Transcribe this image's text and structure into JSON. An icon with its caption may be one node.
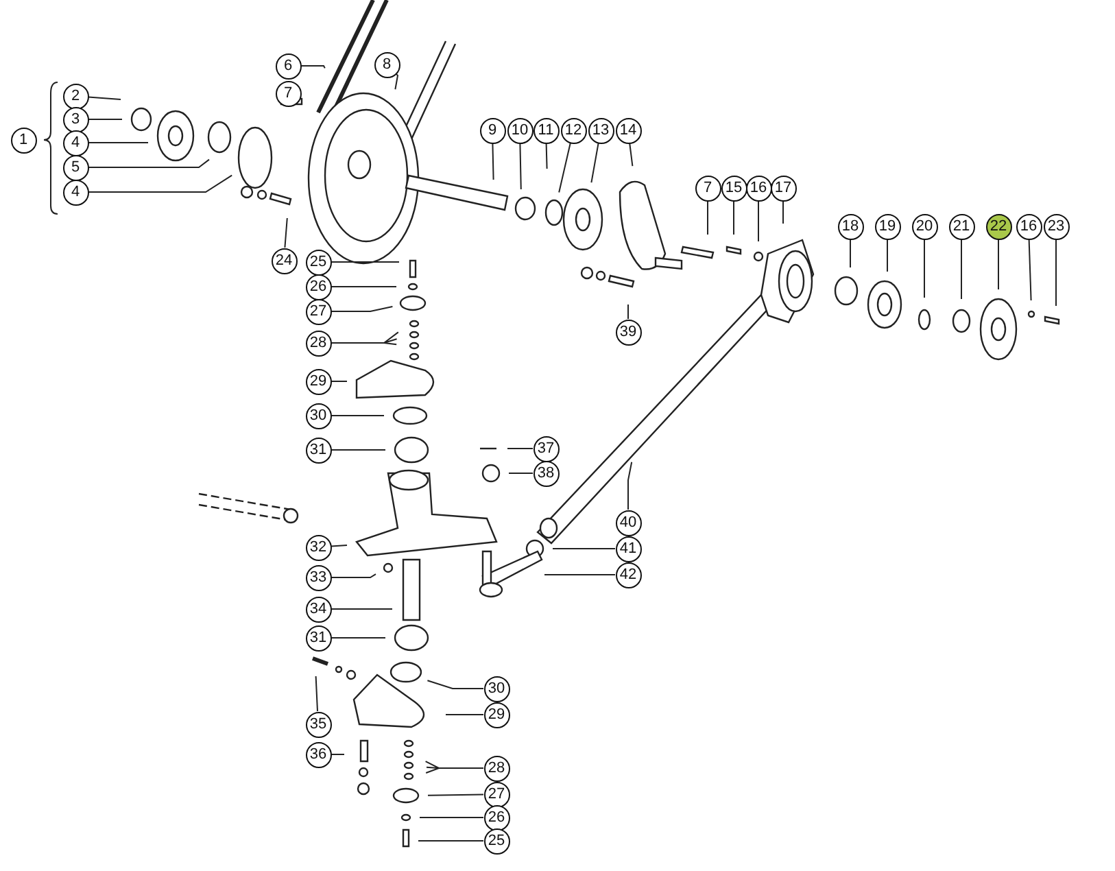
{
  "diagram": {
    "nodes": [
      {
        "text": [
          "1"
        ]
      },
      {
        "text": [
          "2"
        ]
      },
      {
        "text": [
          "3"
        ]
      },
      {
        "text": [
          "4"
        ]
      },
      {
        "text": [
          "5"
        ]
      },
      {
        "text": [
          "4"
        ]
      },
      {
        "text": [
          "6"
        ]
      },
      {
        "text": [
          "7"
        ]
      },
      {
        "text": [
          "8"
        ]
      },
      {
        "text": [
          "9"
        ]
      },
      {
        "text": [
          "10"
        ]
      },
      {
        "text": [
          "11"
        ]
      },
      {
        "text": [
          "12"
        ]
      },
      {
        "text": [
          "13"
        ]
      },
      {
        "text": [
          "14"
        ]
      },
      {
        "text": [
          "7"
        ]
      },
      {
        "text": [
          "15"
        ]
      },
      {
        "text": [
          "16"
        ]
      },
      {
        "text": [
          "17"
        ]
      },
      {
        "text": [
          "18"
        ]
      },
      {
        "text": [
          "19"
        ]
      },
      {
        "text": [
          "20"
        ]
      },
      {
        "text": [
          "21"
        ]
      },
      {
        "text": [
          "22"
        ]
      },
      {
        "text": [
          "16"
        ]
      },
      {
        "text": [
          "23"
        ]
      },
      {
        "text": [
          "24"
        ]
      },
      {
        "text": [
          "25"
        ]
      },
      {
        "text": [
          "26"
        ]
      },
      {
        "text": [
          "27"
        ]
      },
      {
        "text": [
          "28"
        ]
      },
      {
        "text": [
          "29"
        ]
      },
      {
        "text": [
          "30"
        ]
      },
      {
        "text": [
          "31"
        ]
      },
      {
        "text": [
          "32"
        ]
      },
      {
        "text": [
          "33"
        ]
      },
      {
        "text": [
          "34"
        ]
      },
      {
        "text": [
          "31"
        ]
      },
      {
        "text": [
          "30"
        ]
      },
      {
        "text": [
          "29"
        ]
      },
      {
        "text": [
          "35"
        ]
      },
      {
        "text": [
          "36"
        ]
      },
      {
        "text": [
          "28"
        ]
      },
      {
        "text": [
          "27"
        ]
      },
      {
        "text": [
          "26"
        ]
      },
      {
        "text": [
          "25"
        ]
      },
      {
        "text": [
          "37"
        ]
      },
      {
        "text": [
          "38"
        ]
      },
      {
        "text": [
          "39"
        ]
      },
      {
        "text": [
          "40"
        ]
      },
      {
        "text": [
          "41"
        ]
      },
      {
        "text": [
          "42"
        ]
      }
    ],
    "edges": [
      {
        "from": 1,
        "to": null,
        "arrow": "none"
      },
      {
        "from": 2,
        "to": null,
        "arrow": "none"
      },
      {
        "from": 3,
        "to": null,
        "arrow": "none"
      },
      {
        "from": 4,
        "to": null,
        "arrow": "none"
      },
      {
        "from": 5,
        "to": null,
        "arrow": "none"
      },
      {
        "from": 6,
        "to": null,
        "arrow": "none"
      },
      {
        "from": 7,
        "to": null,
        "arrow": "none"
      },
      {
        "from": 8,
        "to": null,
        "arrow": "none"
      },
      {
        "from": 9,
        "to": null,
        "arrow": "none"
      },
      {
        "from": 10,
        "to": null,
        "arrow": "none"
      },
      {
        "from": 11,
        "to": null,
        "arrow": "none"
      },
      {
        "from": 12,
        "to": null,
        "arrow": "none"
      },
      {
        "from": 13,
        "to": null,
        "arrow": "none"
      },
      {
        "from": 14,
        "to": null,
        "arrow": "none"
      },
      {
        "from": 15,
        "to": null,
        "arrow": "none"
      },
      {
        "from": 16,
        "to": null,
        "arrow": "none"
      },
      {
        "from": 17,
        "to": null,
        "arrow": "none"
      },
      {
        "from": 18,
        "to": null,
        "arrow": "none"
      },
      {
        "from": 19,
        "to": null,
        "arrow": "none"
      },
      {
        "from": 20,
        "to": null,
        "arrow": "none"
      },
      {
        "from": 21,
        "to": null,
        "arrow": "none"
      },
      {
        "from": 22,
        "to": null,
        "arrow": "none"
      },
      {
        "from": 23,
        "to": null,
        "arrow": "none"
      },
      {
        "from": 24,
        "to": null,
        "arrow": "none"
      },
      {
        "from": 25,
        "to": null,
        "arrow": "none"
      },
      {
        "from": 26,
        "to": null,
        "arrow": "none"
      },
      {
        "from": 27,
        "to": null,
        "arrow": "none"
      },
      {
        "from": 28,
        "to": null,
        "arrow": "none"
      },
      {
        "from": 29,
        "to": null,
        "arrow": "none"
      },
      {
        "from": 30,
        "to": null,
        "arrow": "none"
      },
      {
        "from": 31,
        "to": null,
        "arrow": "none"
      },
      {
        "from": 32,
        "to": null,
        "arrow": "none"
      },
      {
        "from": 33,
        "to": null,
        "arrow": "none"
      },
      {
        "from": 34,
        "to": null,
        "arrow": "none"
      },
      {
        "from": 35,
        "to": null,
        "arrow": "none"
      },
      {
        "from": 36,
        "to": null,
        "arrow": "none"
      },
      {
        "from": 37,
        "to": null,
        "arrow": "none"
      },
      {
        "from": 38,
        "to": null,
        "arrow": "none"
      },
      {
        "from": 39,
        "to": null,
        "arrow": "none"
      },
      {
        "from": 40,
        "to": null,
        "arrow": "none"
      },
      {
        "from": 41,
        "to": null,
        "arrow": "none"
      },
      {
        "from": 42,
        "to": null,
        "arrow": "none"
      },
      {
        "from": 43,
        "to": null,
        "arrow": "none"
      },
      {
        "from": 44,
        "to": null,
        "arrow": "none"
      },
      {
        "from": 45,
        "to": null,
        "arrow": "none"
      },
      {
        "from": 46,
        "to": null,
        "arrow": "none"
      },
      {
        "from": 47,
        "to": null,
        "arrow": "none"
      },
      {
        "from": 48,
        "to": null,
        "arrow": "none"
      },
      {
        "from": 49,
        "to": null,
        "arrow": "none"
      },
      {
        "from": 50,
        "to": null,
        "arrow": "none"
      },
      {
        "from": 51,
        "to": null,
        "arrow": "none"
      }
    ]
  }
}
